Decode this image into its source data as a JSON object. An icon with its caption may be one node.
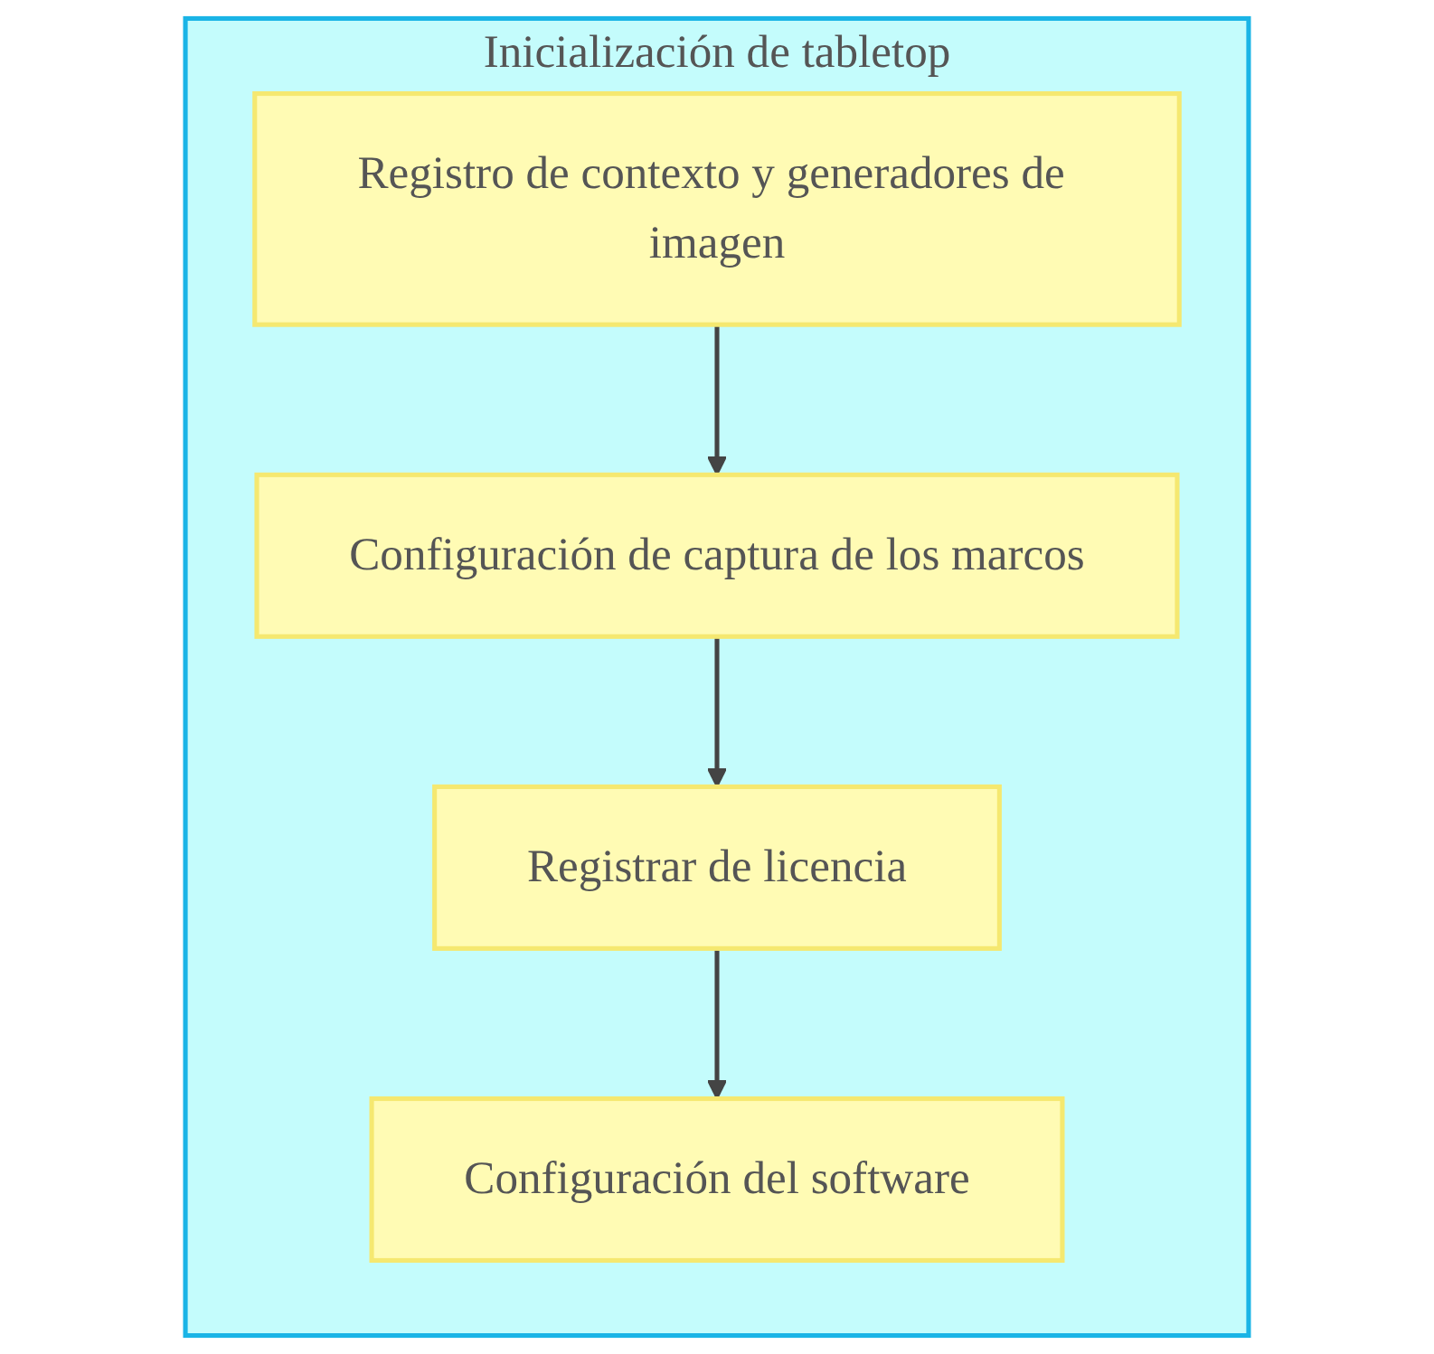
{
  "diagram": {
    "nodes": [
      {
        "text": [
          "Inicialización de tabletop"
        ]
      },
      {
        "text": [
          "Registro de contexto y generadores de imagen"
        ],
        "in": 0
      },
      {
        "text": [
          "Configuración de captura de los marcos"
        ],
        "in": 0
      },
      {
        "text": [
          "Registrar de licencia"
        ],
        "in": 0
      },
      {
        "text": [
          "Configuración del software"
        ],
        "in": 0
      }
    ],
    "edges": [
      {
        "from": 1,
        "to": 2,
        "arrow": "to"
      },
      {
        "from": 2,
        "to": 3,
        "arrow": "to"
      },
      {
        "from": 3,
        "to": 4,
        "arrow": "to"
      }
    ]
  }
}
